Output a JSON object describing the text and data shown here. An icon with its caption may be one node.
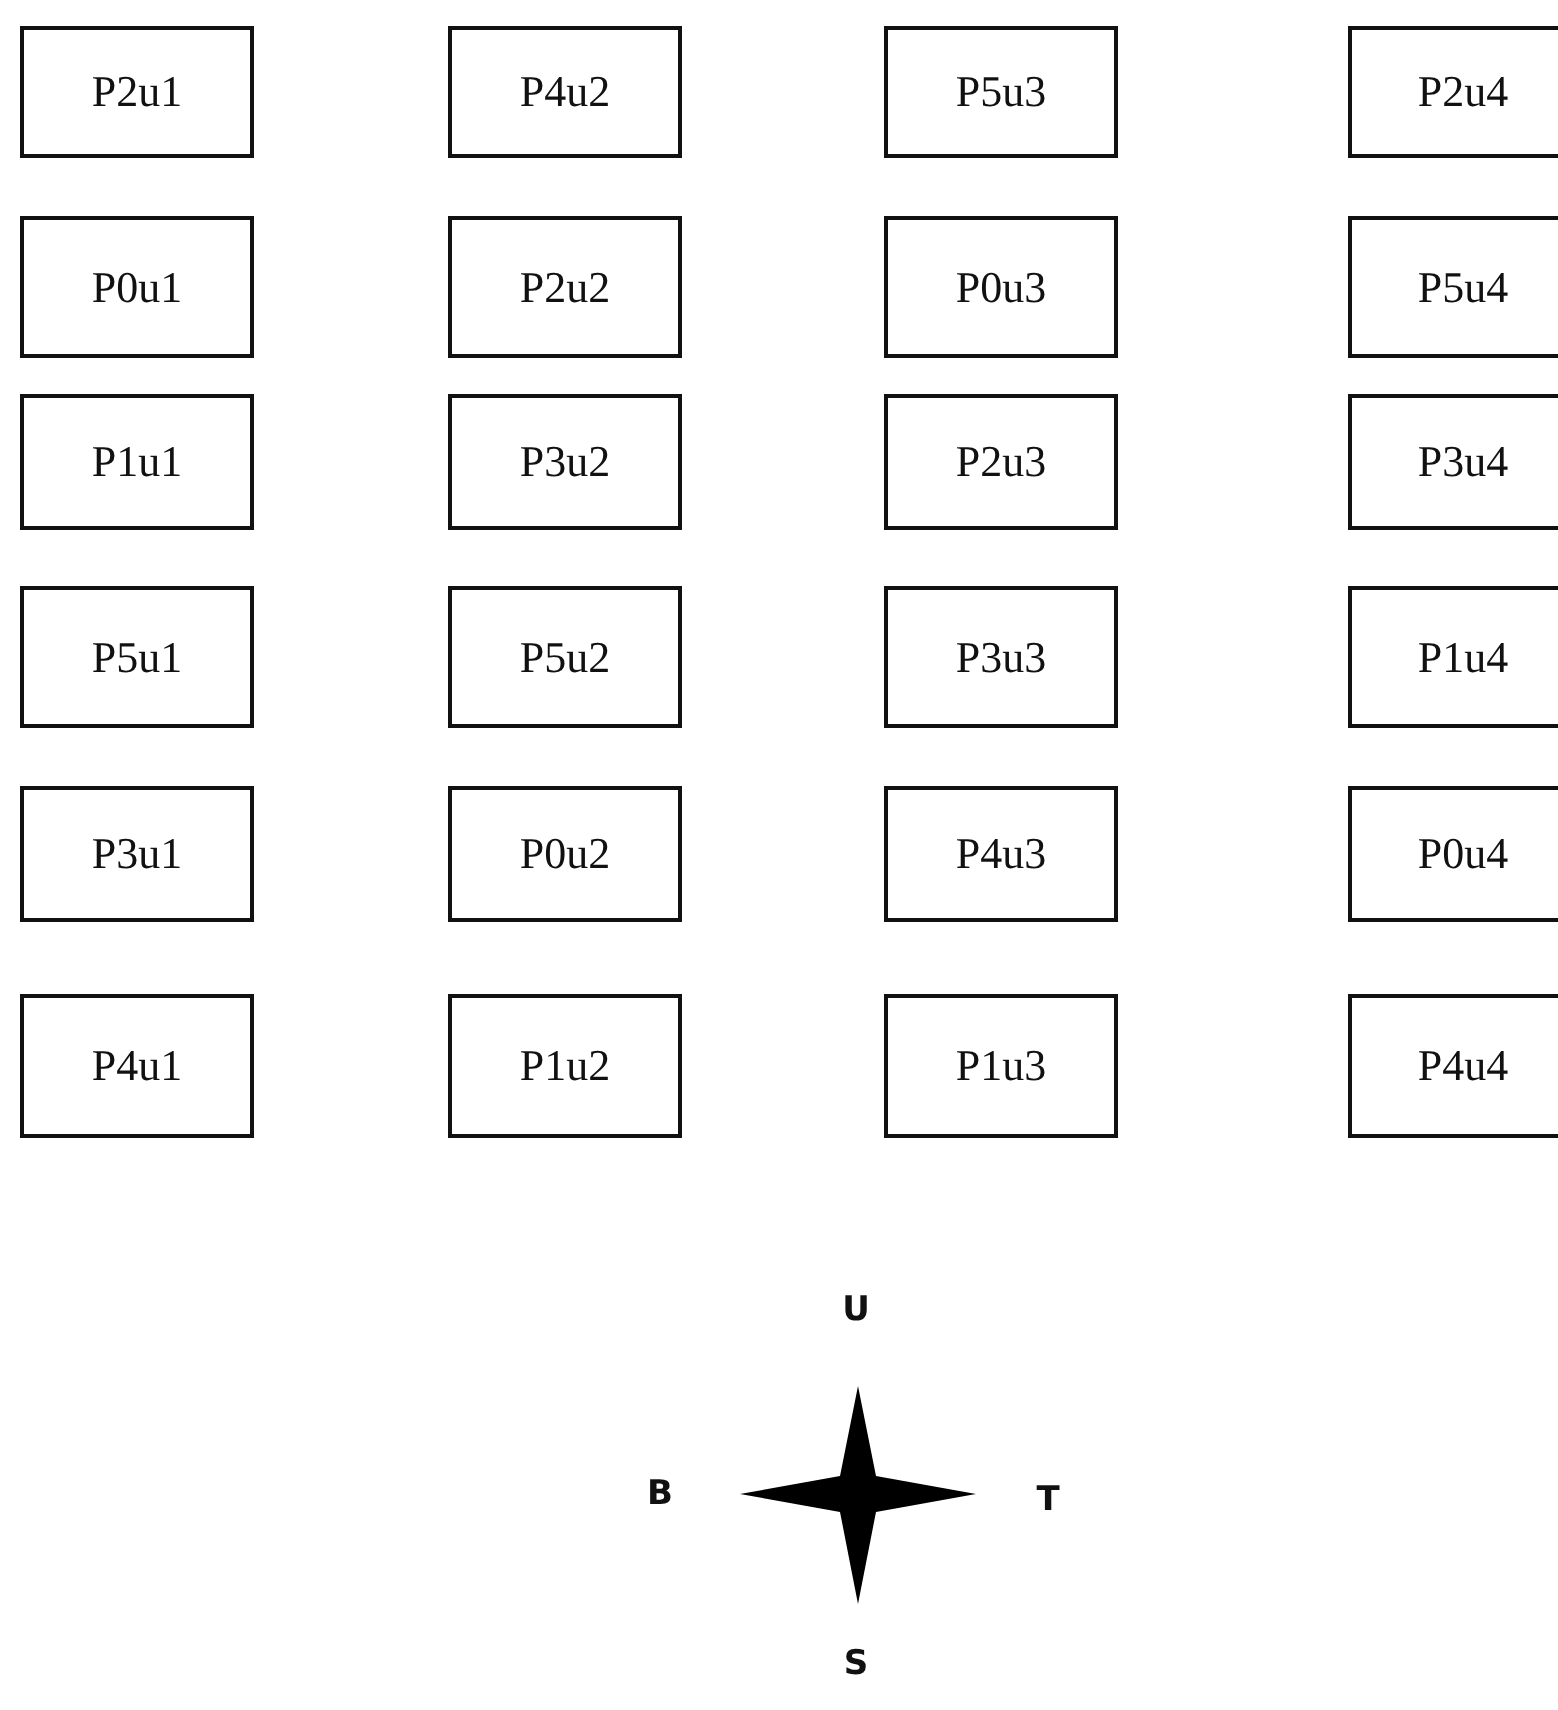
{
  "diagram": {
    "nodes": [
      {
        "text": [
          "P2u1"
        ]
      },
      {
        "text": [
          "P4u2"
        ]
      },
      {
        "text": [
          "P5u3"
        ]
      },
      {
        "text": [
          "P2u4"
        ]
      },
      {
        "text": [
          "P0u1"
        ]
      },
      {
        "text": [
          "P2u2"
        ]
      },
      {
        "text": [
          "P0u3"
        ]
      },
      {
        "text": [
          "P5u4"
        ]
      },
      {
        "text": [
          "P1u1"
        ]
      },
      {
        "text": [
          "P3u2"
        ]
      },
      {
        "text": [
          "P2u3"
        ]
      },
      {
        "text": [
          "P3u4"
        ]
      },
      {
        "text": [
          "P5u1"
        ]
      },
      {
        "text": [
          "P5u2"
        ]
      },
      {
        "text": [
          "P3u3"
        ]
      },
      {
        "text": [
          "P1u4"
        ]
      },
      {
        "text": [
          "P3u1"
        ]
      },
      {
        "text": [
          "P0u2"
        ]
      },
      {
        "text": [
          "P4u3"
        ]
      },
      {
        "text": [
          "P0u4"
        ]
      },
      {
        "text": [
          "P4u1"
        ]
      },
      {
        "text": [
          "P1u2"
        ]
      },
      {
        "text": [
          "P1u3"
        ]
      },
      {
        "text": [
          "P4u4"
        ]
      }
    ],
    "labels": [
      "U",
      "B",
      "T",
      "S"
    ]
  }
}
